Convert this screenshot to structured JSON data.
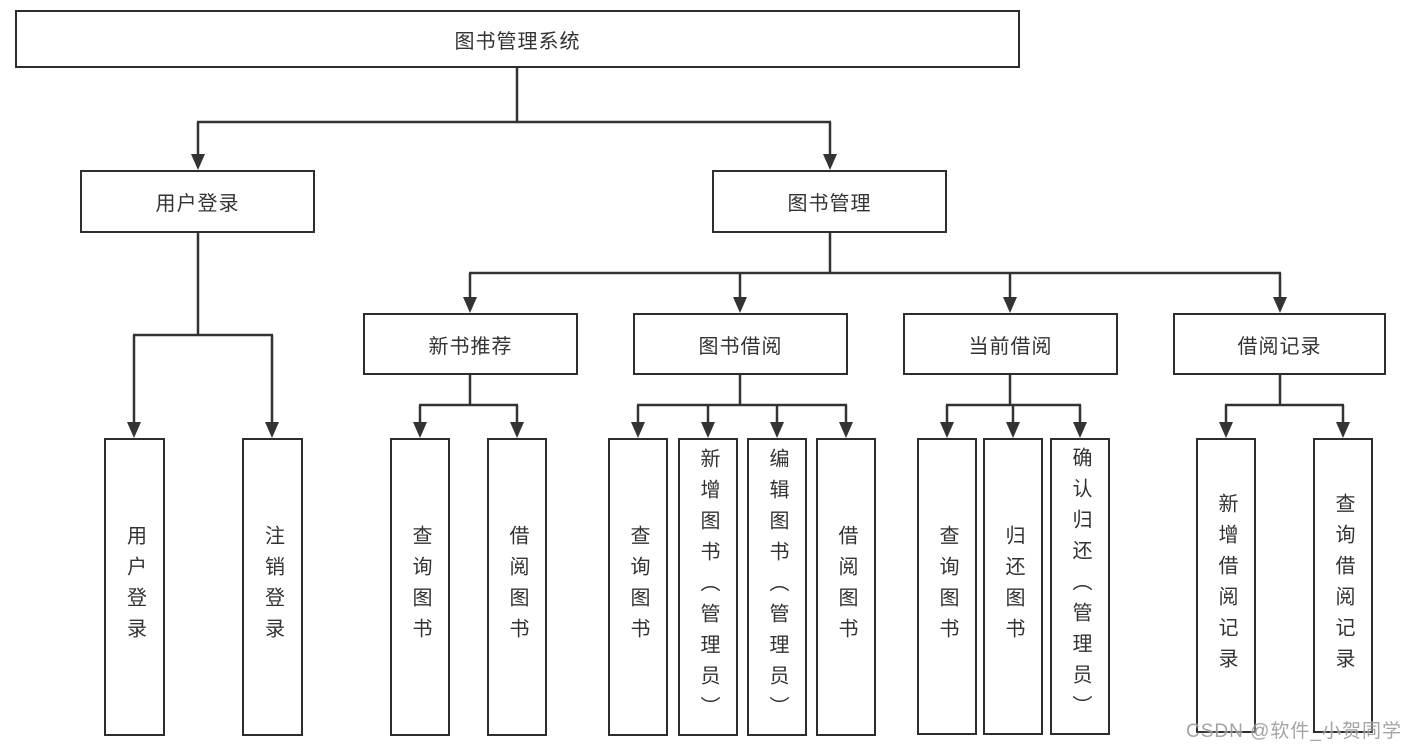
{
  "diagram": {
    "root": {
      "label": "图书管理系统"
    },
    "branches": [
      {
        "label": "用户登录",
        "children": [
          {
            "label": "用户登录"
          },
          {
            "label": "注销登录"
          }
        ]
      },
      {
        "label": "图书管理",
        "children": [
          {
            "label": "新书推荐",
            "children": [
              {
                "label": "查询图书"
              },
              {
                "label": "借阅图书"
              }
            ]
          },
          {
            "label": "图书借阅",
            "children": [
              {
                "label": "查询图书"
              },
              {
                "label": "新增图书（管理员）"
              },
              {
                "label": "编辑图书（管理员）"
              },
              {
                "label": "借阅图书"
              }
            ]
          },
          {
            "label": "当前借阅",
            "children": [
              {
                "label": "查询图书"
              },
              {
                "label": "归还图书"
              },
              {
                "label": "确认归还（管理员）"
              }
            ]
          },
          {
            "label": "借阅记录",
            "children": [
              {
                "label": "新增借阅记录"
              },
              {
                "label": "查询借阅记录"
              }
            ]
          }
        ]
      }
    ]
  },
  "watermark": {
    "text": "CSDN @软件_小贺同学"
  },
  "colors": {
    "line": "#333333",
    "box_border": "#2d2d2d",
    "box_background": "#ffffff",
    "text": "#333333",
    "watermark": "#9b9b9b"
  }
}
